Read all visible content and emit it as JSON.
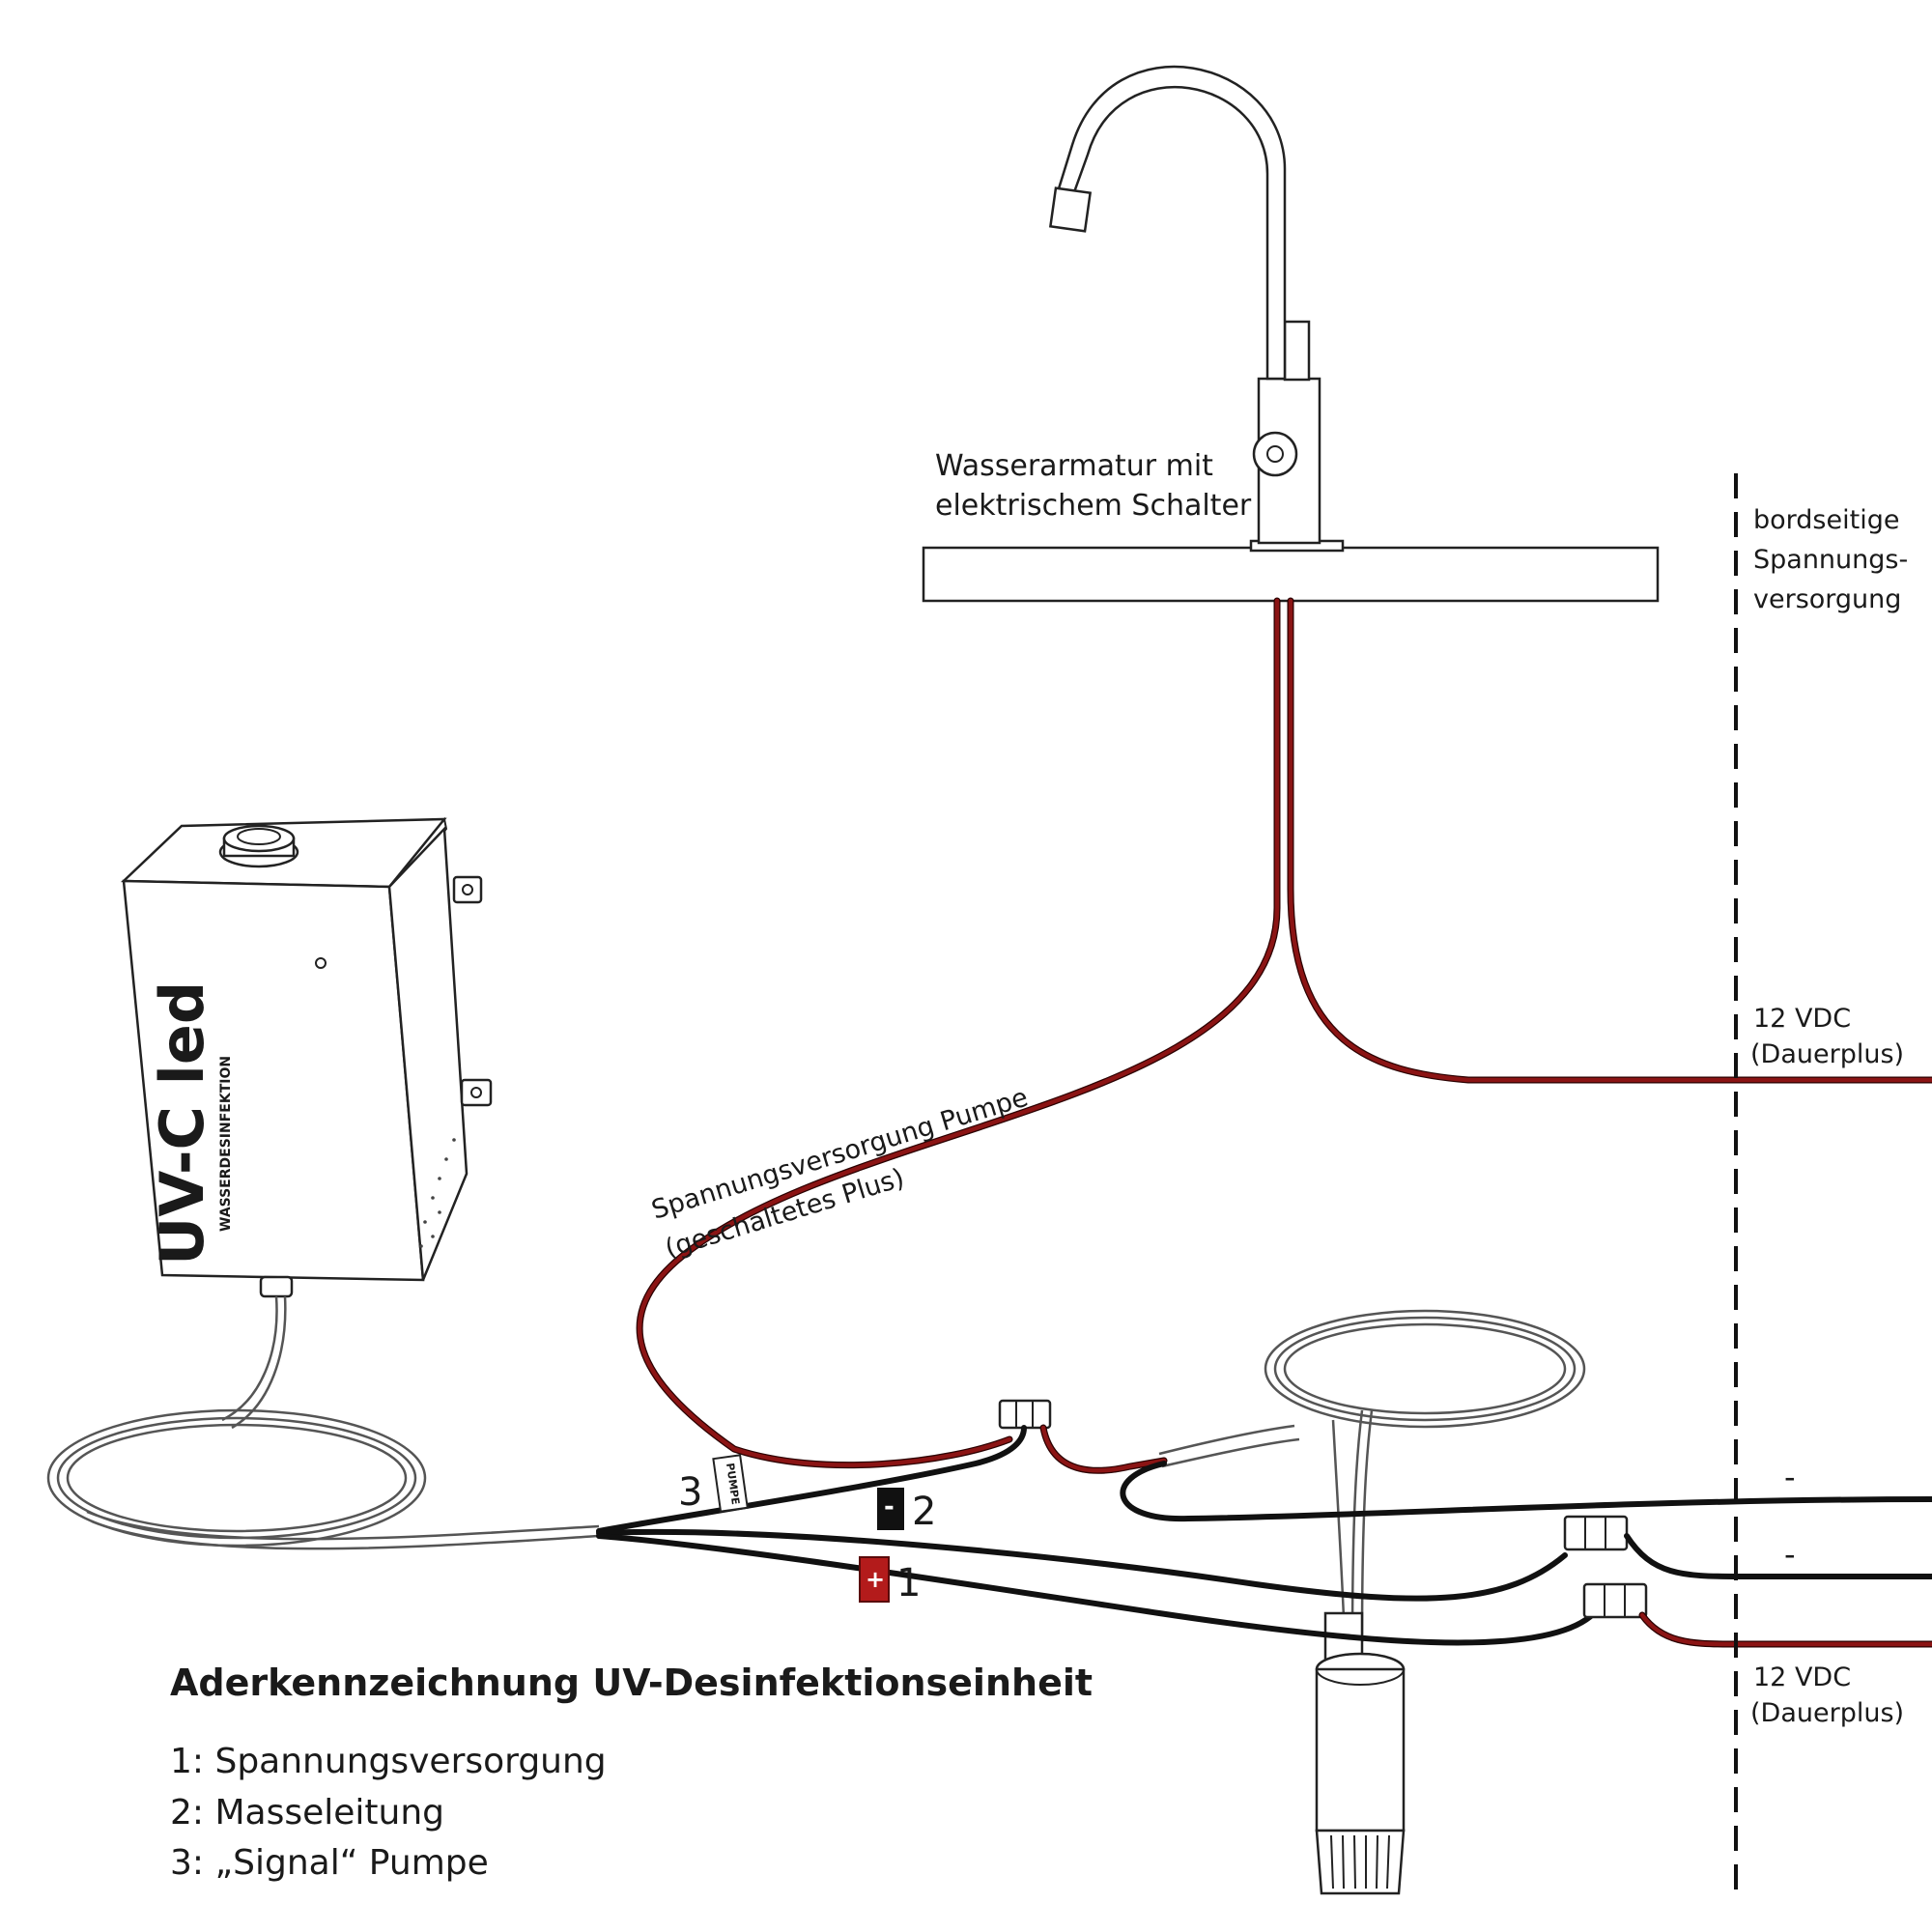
{
  "faucet_label": {
    "line1": "Wasserarmatur mit",
    "line2": "elektrischem Schalter"
  },
  "board_supply_label": {
    "line1": "bordseitige",
    "line2": "Spannungs-",
    "line3": "versorgung"
  },
  "supply_top": {
    "line1": "12 VDC",
    "line2": "(Dauerplus)"
  },
  "supply_bottom": {
    "line1": "12 VDC",
    "line2": "(Dauerplus)"
  },
  "pump_wire_label": {
    "line1": "Spannungsversorgung Pumpe",
    "line2": "(geschaltetes Plus)"
  },
  "minus_marks": [
    "-",
    "-"
  ],
  "device": {
    "brand": "UV-C led",
    "subtitle": "WASSERDESINFEKTION"
  },
  "wire_tags": {
    "tag3_number": "3",
    "tag3_text": "PUMPE",
    "tag2_number": "2",
    "tag2_symbol": "-",
    "tag1_number": "1",
    "tag1_symbol": "+"
  },
  "legend": {
    "title": "Aderkennzeichnung UV-Desinfektionseinheit",
    "items": [
      "1: Spannungsversorgung",
      "2: Masseleitung",
      "3: „Signal“ Pumpe"
    ]
  },
  "colors": {
    "wire_red": "#8b1414",
    "wire_black": "#111111",
    "tag_red": "#b31b1b"
  }
}
